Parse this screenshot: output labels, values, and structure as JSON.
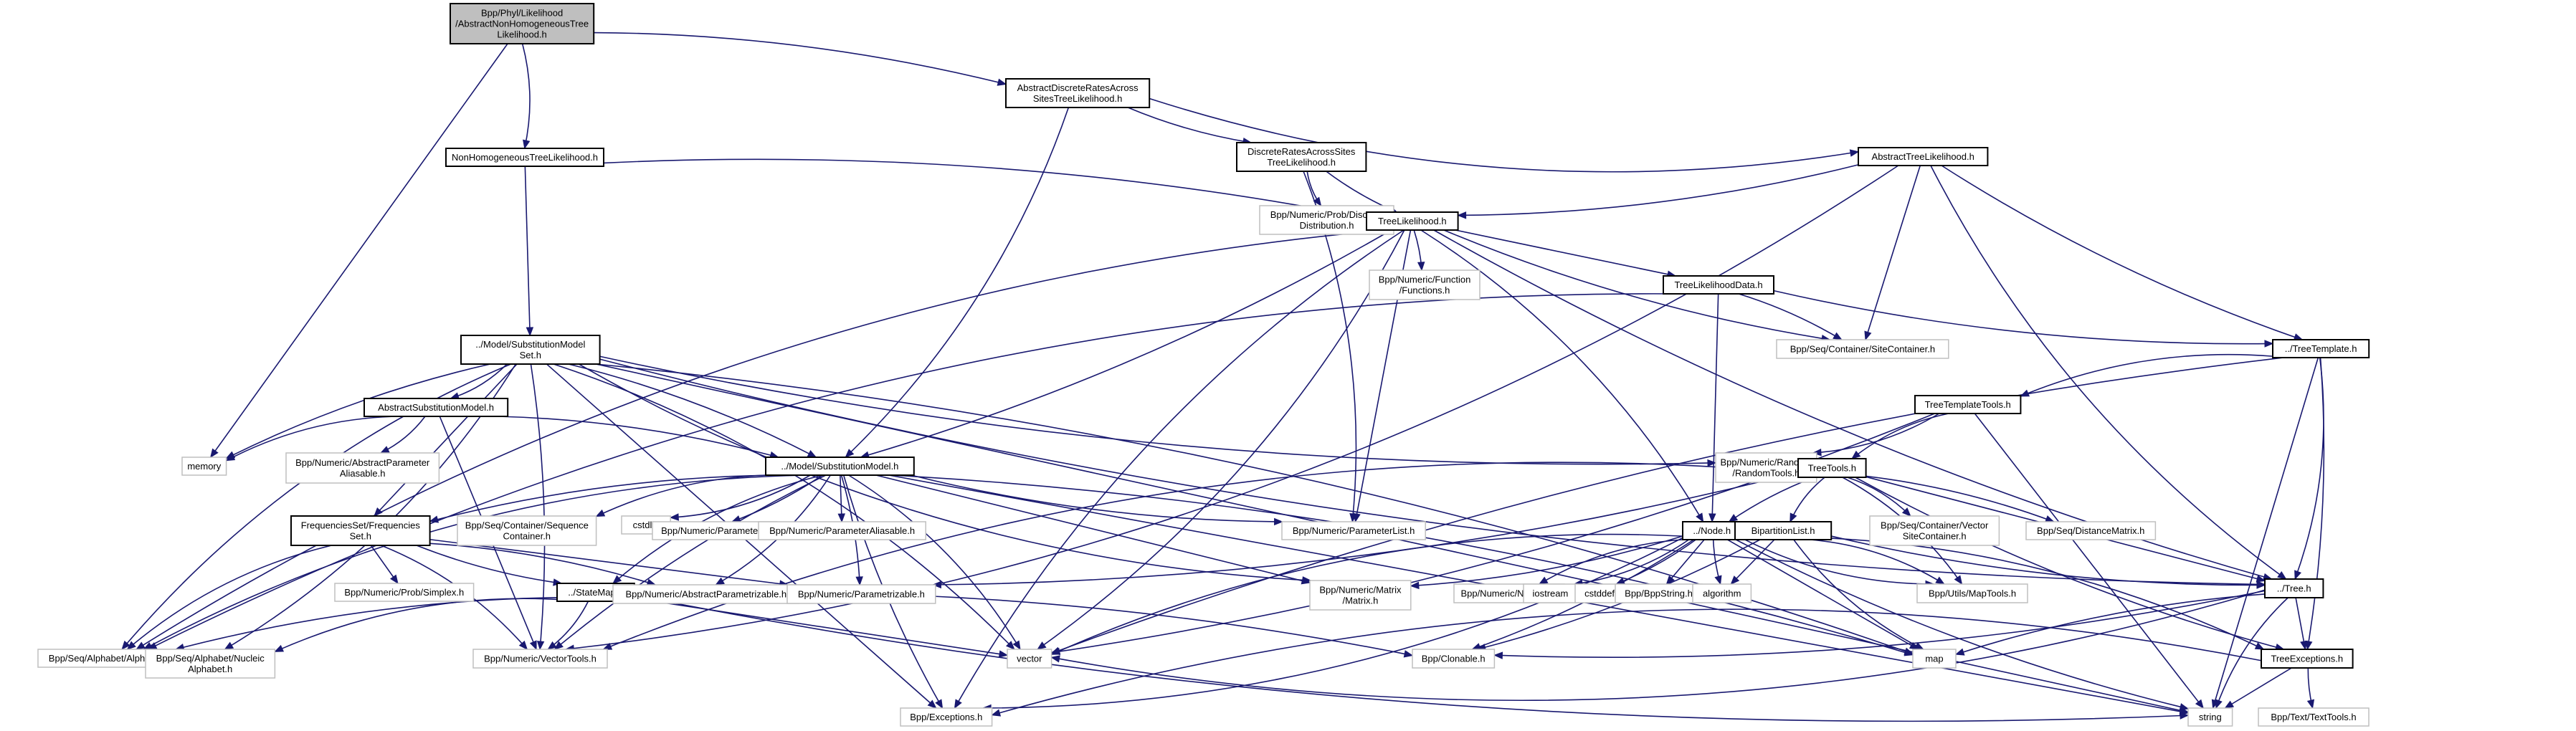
{
  "title": "Include dependency graph for Bpp/Phyl/Likelihood/AbstractNonHomogeneousTreeLikelihood.h",
  "colors": {
    "edge": "#191970",
    "root_fill": "#bfbfbf",
    "doc_border": "#000000",
    "external_border": "#bfbfbf"
  },
  "nodes": [
    {
      "id": "root",
      "kind": "root",
      "lines": [
        "Bpp/Phyl/Likelihood",
        "/AbstractNonHomogeneousTree",
        "Likelihood.h"
      ]
    },
    {
      "id": "adrastl",
      "kind": "doc",
      "lines": [
        "AbstractDiscreteRatesAcross",
        "SitesTreeLikelihood.h"
      ]
    },
    {
      "id": "nhtl",
      "kind": "doc",
      "lines": [
        "NonHomogeneousTreeLikelihood.h"
      ]
    },
    {
      "id": "drastl",
      "kind": "doc",
      "lines": [
        "DiscreteRatesAcrossSites",
        "TreeLikelihood.h"
      ]
    },
    {
      "id": "atl",
      "kind": "doc",
      "lines": [
        "AbstractTreeLikelihood.h"
      ]
    },
    {
      "id": "discdist",
      "kind": "ext",
      "lines": [
        "Bpp/Numeric/Prob/Discrete",
        "Distribution.h"
      ]
    },
    {
      "id": "tl",
      "kind": "doc",
      "lines": [
        "TreeLikelihood.h"
      ]
    },
    {
      "id": "functions",
      "kind": "ext",
      "lines": [
        "Bpp/Numeric/Function",
        "/Functions.h"
      ]
    },
    {
      "id": "tld",
      "kind": "doc",
      "lines": [
        "TreeLikelihoodData.h"
      ]
    },
    {
      "id": "sitecont",
      "kind": "ext",
      "lines": [
        "Bpp/Seq/Container/SiteContainer.h"
      ]
    },
    {
      "id": "smset",
      "kind": "doc",
      "lines": [
        "../Model/SubstitutionModel",
        "Set.h"
      ]
    },
    {
      "id": "treetemplate",
      "kind": "doc",
      "lines": [
        "../TreeTemplate.h"
      ]
    },
    {
      "id": "asm",
      "kind": "doc",
      "lines": [
        "AbstractSubstitutionModel.h"
      ]
    },
    {
      "id": "memory",
      "kind": "ext",
      "lines": [
        "memory"
      ]
    },
    {
      "id": "apa",
      "kind": "ext",
      "lines": [
        "Bpp/Numeric/AbstractParameter",
        "Aliasable.h"
      ]
    },
    {
      "id": "sm",
      "kind": "doc",
      "lines": [
        "../Model/SubstitutionModel.h"
      ]
    },
    {
      "id": "ttt",
      "kind": "doc",
      "lines": [
        "TreeTemplateTools.h"
      ]
    },
    {
      "id": "random",
      "kind": "ext",
      "lines": [
        "Bpp/Numeric/Random",
        "/RandomTools.h"
      ]
    },
    {
      "id": "treetools",
      "kind": "doc",
      "lines": [
        "TreeTools.h"
      ]
    },
    {
      "id": "freqset",
      "kind": "doc",
      "lines": [
        "FrequenciesSet/Frequencies",
        "Set.h"
      ]
    },
    {
      "id": "seqcont",
      "kind": "ext",
      "lines": [
        "Bpp/Seq/Container/Sequence",
        "Container.h"
      ]
    },
    {
      "id": "cstdlib",
      "kind": "ext",
      "lines": [
        "cstdlib"
      ]
    },
    {
      "id": "param",
      "kind": "ext",
      "lines": [
        "Bpp/Numeric/Parameter.h"
      ]
    },
    {
      "id": "paramalias",
      "kind": "ext",
      "lines": [
        "Bpp/Numeric/ParameterAliasable.h"
      ]
    },
    {
      "id": "paramlist",
      "kind": "ext",
      "lines": [
        "Bpp/Numeric/ParameterList.h"
      ]
    },
    {
      "id": "node",
      "kind": "doc",
      "lines": [
        "../Node.h"
      ]
    },
    {
      "id": "bipart",
      "kind": "doc",
      "lines": [
        "BipartitionList.h"
      ]
    },
    {
      "id": "vsc",
      "kind": "ext",
      "lines": [
        "Bpp/Seq/Container/Vector",
        "SiteContainer.h"
      ]
    },
    {
      "id": "distmat",
      "kind": "ext",
      "lines": [
        "Bpp/Seq/DistanceMatrix.h"
      ]
    },
    {
      "id": "simplex",
      "kind": "ext",
      "lines": [
        "Bpp/Numeric/Prob/Simplex.h"
      ]
    },
    {
      "id": "statemap",
      "kind": "doc",
      "lines": [
        "../StateMap.h"
      ]
    },
    {
      "id": "absparam",
      "kind": "ext",
      "lines": [
        "Bpp/Numeric/AbstractParametrizable.h"
      ]
    },
    {
      "id": "parametrizable",
      "kind": "ext",
      "lines": [
        "Bpp/Numeric/Parametrizable.h"
      ]
    },
    {
      "id": "matrix",
      "kind": "ext",
      "lines": [
        "Bpp/Numeric/Matrix",
        "/Matrix.h"
      ]
    },
    {
      "id": "number",
      "kind": "ext",
      "lines": [
        "Bpp/Numeric/Number.h"
      ]
    },
    {
      "id": "iostream",
      "kind": "ext",
      "lines": [
        "iostream"
      ]
    },
    {
      "id": "cstddef",
      "kind": "ext",
      "lines": [
        "cstddef"
      ]
    },
    {
      "id": "bppstring",
      "kind": "ext",
      "lines": [
        "Bpp/BppString.h"
      ]
    },
    {
      "id": "algorithm",
      "kind": "ext",
      "lines": [
        "algorithm"
      ]
    },
    {
      "id": "maptools",
      "kind": "ext",
      "lines": [
        "Bpp/Utils/MapTools.h"
      ]
    },
    {
      "id": "tree",
      "kind": "doc",
      "lines": [
        "../Tree.h"
      ]
    },
    {
      "id": "alphabet",
      "kind": "ext",
      "lines": [
        "Bpp/Seq/Alphabet/Alphabet.h"
      ]
    },
    {
      "id": "nucalpha",
      "kind": "ext",
      "lines": [
        "Bpp/Seq/Alphabet/Nucleic",
        "Alphabet.h"
      ]
    },
    {
      "id": "vectortools",
      "kind": "ext",
      "lines": [
        "Bpp/Numeric/VectorTools.h"
      ]
    },
    {
      "id": "vector",
      "kind": "ext",
      "lines": [
        "vector"
      ]
    },
    {
      "id": "clonable",
      "kind": "ext",
      "lines": [
        "Bpp/Clonable.h"
      ]
    },
    {
      "id": "map",
      "kind": "ext",
      "lines": [
        "map"
      ]
    },
    {
      "id": "treeexc",
      "kind": "doc",
      "lines": [
        "TreeExceptions.h"
      ]
    },
    {
      "id": "exceptions",
      "kind": "ext",
      "lines": [
        "Bpp/Exceptions.h"
      ]
    },
    {
      "id": "string",
      "kind": "ext",
      "lines": [
        "string"
      ]
    },
    {
      "id": "texttools",
      "kind": "ext",
      "lines": [
        "Bpp/Text/TextTools.h"
      ]
    }
  ],
  "edges": [
    [
      "root",
      "nhtl"
    ],
    [
      "root",
      "adrastl"
    ],
    [
      "root",
      "memory"
    ],
    [
      "adrastl",
      "drastl"
    ],
    [
      "adrastl",
      "atl"
    ],
    [
      "adrastl",
      "sm"
    ],
    [
      "nhtl",
      "tl"
    ],
    [
      "nhtl",
      "smset"
    ],
    [
      "drastl",
      "tl"
    ],
    [
      "drastl",
      "discdist"
    ],
    [
      "drastl",
      "paramlist"
    ],
    [
      "atl",
      "tl"
    ],
    [
      "atl",
      "sitecont"
    ],
    [
      "atl",
      "treetemplate"
    ],
    [
      "atl",
      "tree"
    ],
    [
      "atl",
      "vectortools"
    ],
    [
      "tl",
      "functions"
    ],
    [
      "tl",
      "tld"
    ],
    [
      "tl",
      "sitecont"
    ],
    [
      "tl",
      "alphabet"
    ],
    [
      "tl",
      "node"
    ],
    [
      "tl",
      "sm"
    ],
    [
      "tl",
      "paramlist"
    ],
    [
      "tl",
      "tree"
    ],
    [
      "tl",
      "exceptions"
    ],
    [
      "tl",
      "vector"
    ],
    [
      "tld",
      "sitecont"
    ],
    [
      "tld",
      "node"
    ],
    [
      "tld",
      "treetemplate"
    ],
    [
      "tld",
      "alphabet"
    ],
    [
      "smset",
      "asm"
    ],
    [
      "smset",
      "sm"
    ],
    [
      "smset",
      "freqset"
    ],
    [
      "smset",
      "memory"
    ],
    [
      "smset",
      "alphabet"
    ],
    [
      "smset",
      "nucalpha"
    ],
    [
      "smset",
      "vectortools"
    ],
    [
      "smset",
      "exceptions"
    ],
    [
      "smset",
      "random"
    ],
    [
      "smset",
      "matrix"
    ],
    [
      "smset",
      "vector"
    ],
    [
      "smset",
      "map"
    ],
    [
      "smset",
      "string"
    ],
    [
      "smset",
      "tree"
    ],
    [
      "asm",
      "memory"
    ],
    [
      "asm",
      "apa"
    ],
    [
      "asm",
      "sm"
    ],
    [
      "asm",
      "vectortools"
    ],
    [
      "sm",
      "freqset"
    ],
    [
      "sm",
      "seqcont"
    ],
    [
      "sm",
      "cstdlib"
    ],
    [
      "sm",
      "param"
    ],
    [
      "sm",
      "paramalias"
    ],
    [
      "sm",
      "paramlist"
    ],
    [
      "sm",
      "statemap"
    ],
    [
      "sm",
      "absparam"
    ],
    [
      "sm",
      "parametrizable"
    ],
    [
      "sm",
      "matrix"
    ],
    [
      "sm",
      "vectortools"
    ],
    [
      "sm",
      "alphabet"
    ],
    [
      "sm",
      "vector"
    ],
    [
      "sm",
      "map"
    ],
    [
      "sm",
      "string"
    ],
    [
      "sm",
      "exceptions"
    ],
    [
      "treetemplate",
      "ttt"
    ],
    [
      "treetemplate",
      "tree"
    ],
    [
      "treetemplate",
      "treeexc"
    ],
    [
      "treetemplate",
      "string"
    ],
    [
      "treetemplate",
      "vector"
    ],
    [
      "ttt",
      "treetools"
    ],
    [
      "ttt",
      "random"
    ],
    [
      "ttt",
      "vector"
    ],
    [
      "ttt",
      "string"
    ],
    [
      "treetools",
      "node"
    ],
    [
      "treetools",
      "bipart"
    ],
    [
      "treetools",
      "vsc"
    ],
    [
      "treetools",
      "distmat"
    ],
    [
      "treetools",
      "tree"
    ],
    [
      "treetools",
      "treeexc"
    ],
    [
      "treetools",
      "vectortools"
    ],
    [
      "treetools",
      "maptools"
    ],
    [
      "treetools",
      "parametrizable"
    ],
    [
      "freqset",
      "simplex"
    ],
    [
      "freqset",
      "statemap"
    ],
    [
      "freqset",
      "alphabet"
    ],
    [
      "freqset",
      "vectortools"
    ],
    [
      "freqset",
      "absparam"
    ],
    [
      "freqset",
      "parametrizable"
    ],
    [
      "statemap",
      "alphabet"
    ],
    [
      "statemap",
      "nucalpha"
    ],
    [
      "statemap",
      "vectortools"
    ],
    [
      "statemap",
      "clonable"
    ],
    [
      "statemap",
      "vector"
    ],
    [
      "statemap",
      "string"
    ],
    [
      "node",
      "number"
    ],
    [
      "node",
      "iostream"
    ],
    [
      "node",
      "cstddef"
    ],
    [
      "node",
      "bppstring"
    ],
    [
      "node",
      "algorithm"
    ],
    [
      "node",
      "maptools"
    ],
    [
      "node",
      "treeexc"
    ],
    [
      "node",
      "clonable"
    ],
    [
      "node",
      "map"
    ],
    [
      "node",
      "string"
    ],
    [
      "node",
      "vector"
    ],
    [
      "node",
      "exceptions"
    ],
    [
      "node",
      "matrix"
    ],
    [
      "bipart",
      "algorithm"
    ],
    [
      "bipart",
      "tree"
    ],
    [
      "bipart",
      "map"
    ],
    [
      "bipart",
      "maptools"
    ],
    [
      "bipart",
      "clonable"
    ],
    [
      "tree",
      "treeexc"
    ],
    [
      "tree",
      "map"
    ],
    [
      "tree",
      "string"
    ],
    [
      "tree",
      "vector"
    ],
    [
      "tree",
      "clonable"
    ],
    [
      "treeexc",
      "string"
    ],
    [
      "treeexc",
      "texttools"
    ],
    [
      "treeexc",
      "exceptions"
    ]
  ]
}
